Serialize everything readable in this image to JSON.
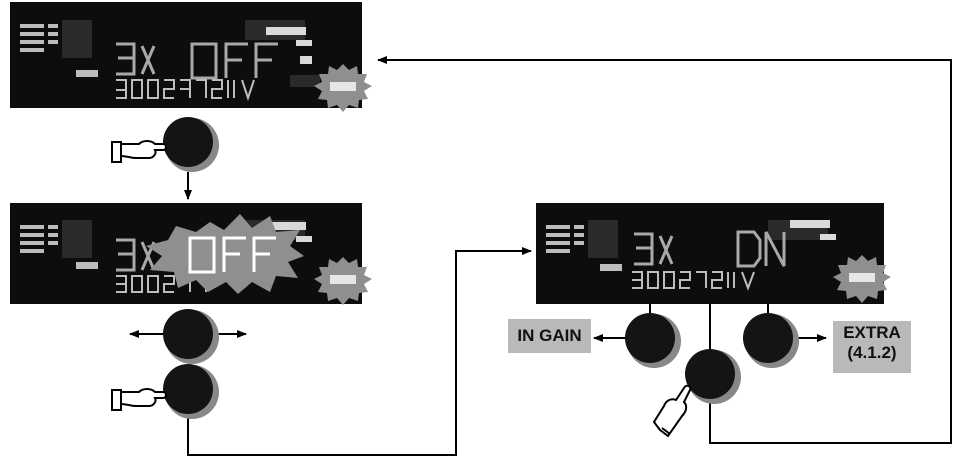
{
  "screens": [
    {
      "id": "top-left",
      "segment_main": "3X",
      "segment_value": "OFF",
      "value_highlighted": false,
      "button_highlighted": true
    },
    {
      "id": "mid-left",
      "segment_main": "3X",
      "segment_value": "OFF",
      "value_highlighted": true,
      "button_highlighted": true
    },
    {
      "id": "right",
      "segment_main": "3X",
      "segment_value": "ON",
      "value_highlighted": false,
      "button_highlighted": true
    }
  ],
  "labels": {
    "in_gain": "IN GAIN",
    "extra_line1": "EXTRA",
    "extra_line2": "(4.1.2)"
  },
  "colors": {
    "lcd_background": "#0d0d0d",
    "lcd_segment": "#c8c8c8",
    "highlight_burst": "#8f8f8f",
    "knob": "#141414",
    "label_box": "#b9b9b9",
    "line": "#000000"
  },
  "icons": [
    "pointing-hand-icon",
    "knob-icon",
    "arrow-icon"
  ]
}
